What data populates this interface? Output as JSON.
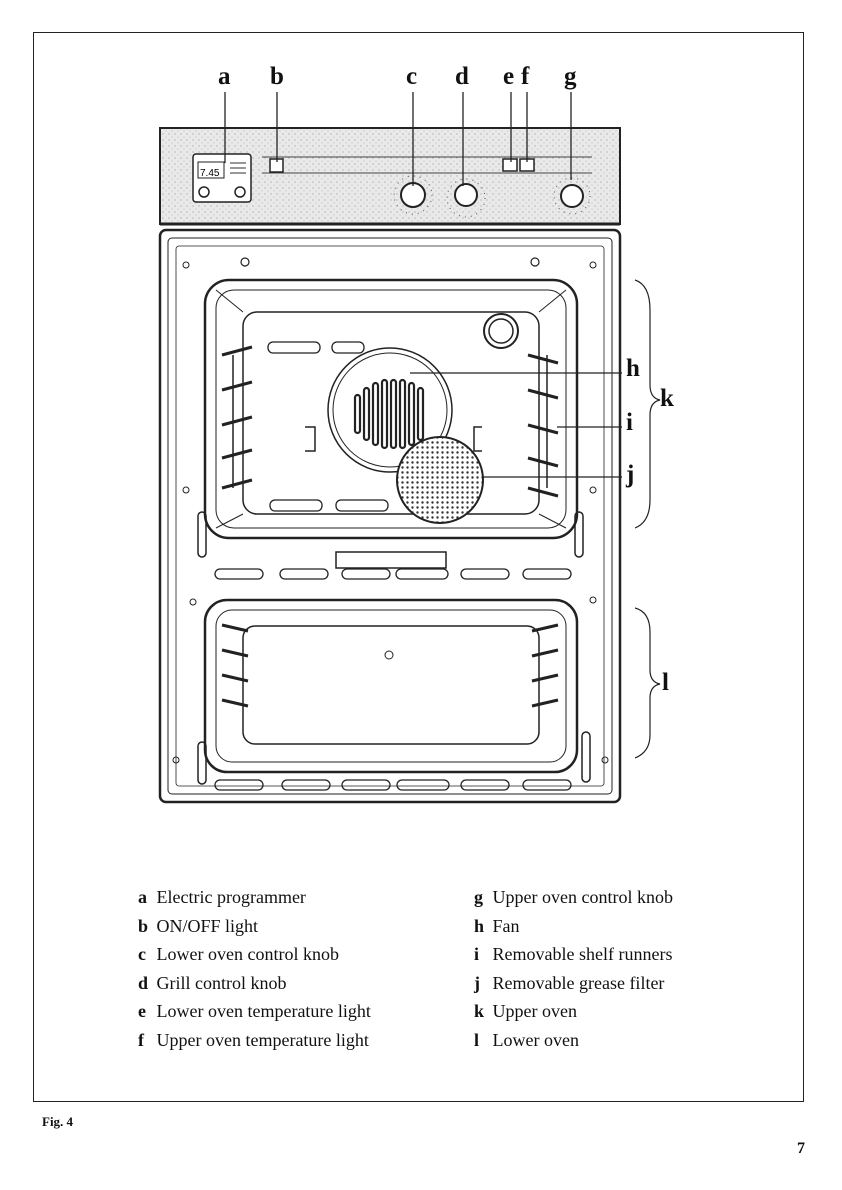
{
  "callouts": {
    "a": "a",
    "b": "b",
    "c": "c",
    "d": "d",
    "e": "e",
    "f": "f",
    "g": "g",
    "h": "h",
    "i": "i",
    "j": "j",
    "k": "k",
    "l": "l"
  },
  "panel": {
    "clock_display": "7.45"
  },
  "legend": {
    "left": [
      {
        "letter": "a",
        "text": "Electric programmer"
      },
      {
        "letter": "b",
        "text": "ON/OFF light"
      },
      {
        "letter": "c",
        "text": "Lower oven control knob"
      },
      {
        "letter": "d",
        "text": "Grill control knob"
      },
      {
        "letter": "e",
        "text": "Lower oven temperature light"
      },
      {
        "letter": "f",
        "text": "Upper oven temperature light"
      }
    ],
    "right": [
      {
        "letter": "g",
        "text": "Upper oven control knob"
      },
      {
        "letter": "h",
        "text": "Fan"
      },
      {
        "letter": "i",
        "text": "Removable shelf runners"
      },
      {
        "letter": "j",
        "text": "Removable grease filter"
      },
      {
        "letter": "k",
        "text": "Upper oven"
      },
      {
        "letter": "l",
        "text": "Lower oven"
      }
    ]
  },
  "figure_label": "Fig. 4",
  "page_number": "7"
}
